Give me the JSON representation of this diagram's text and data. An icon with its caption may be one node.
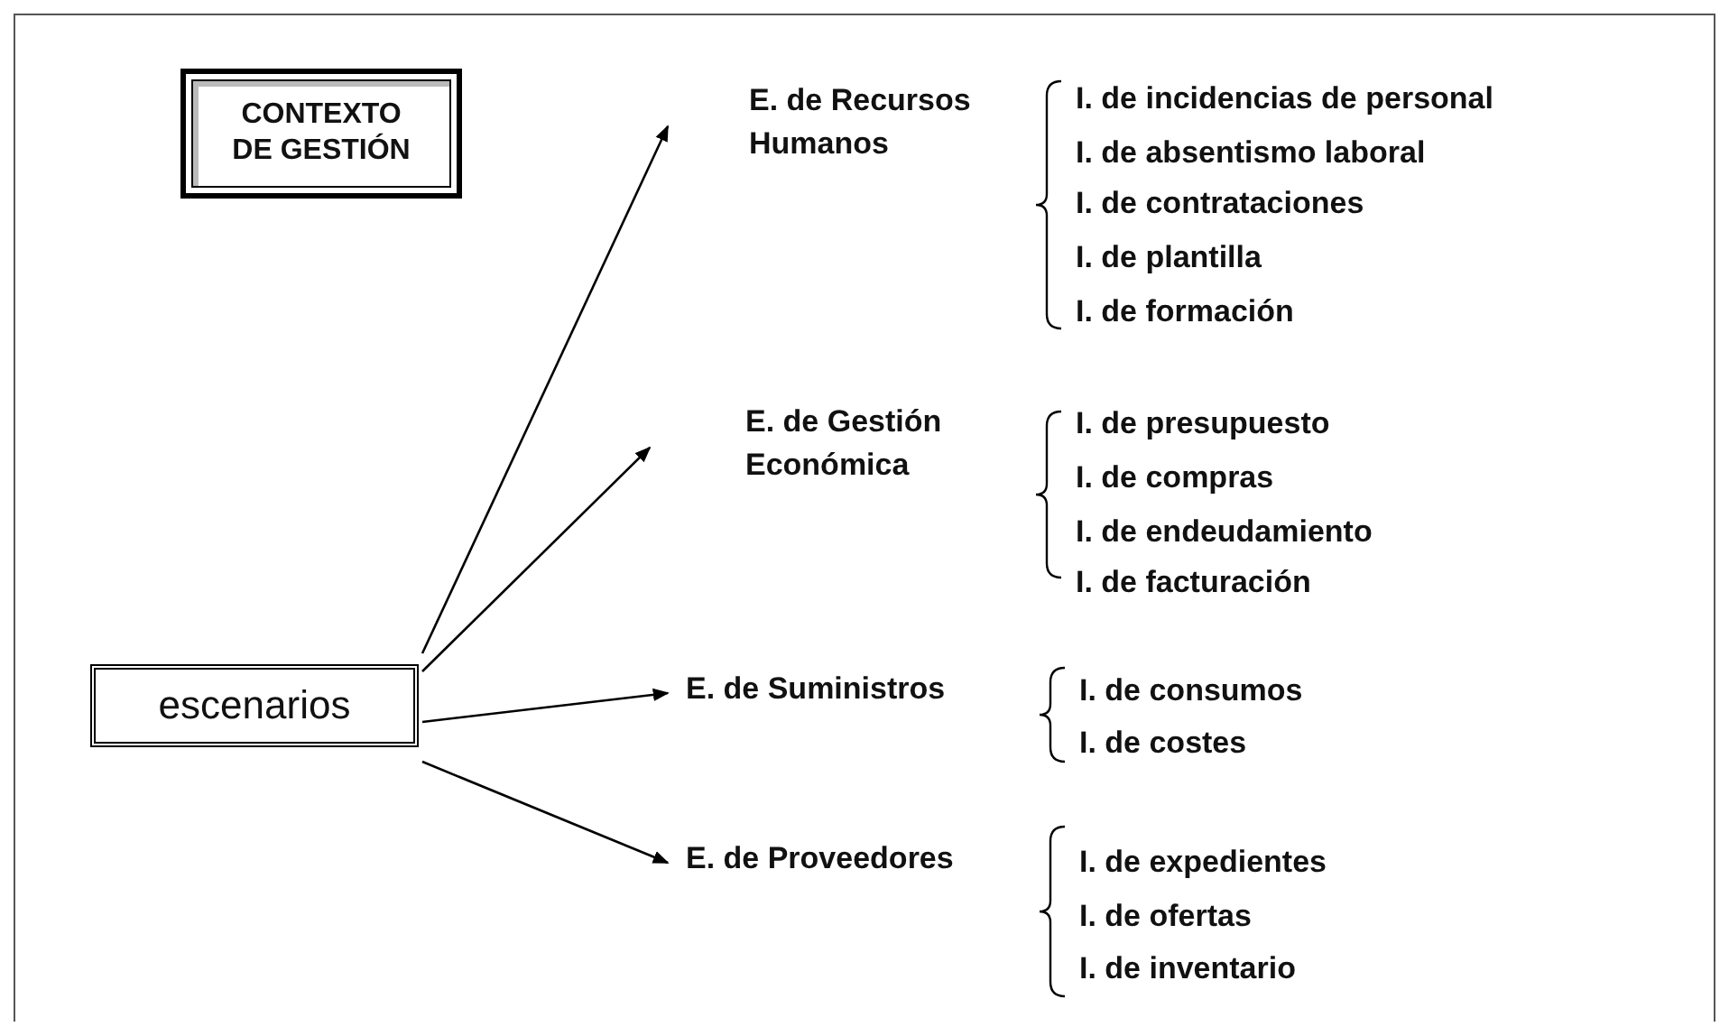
{
  "diagram": {
    "nodes": [
      {
        "text": [
          "CONTEXTO DE GESTIÓN"
        ]
      },
      {
        "text": [
          "escenarios"
        ]
      },
      {
        "text": [
          "E. de Recursos Humanos"
        ],
        "beside": [
          "I. de incidencias de personal",
          "I. de absentismo laboral",
          "I. de contrataciones",
          "I. de plantilla",
          "I. de formación"
        ]
      },
      {
        "text": [
          "E. de Gestión Económica"
        ],
        "beside": [
          "I. de presupuesto",
          "I. de compras",
          "I. de endeudamiento",
          "I. de facturación"
        ]
      },
      {
        "text": [
          "E. de Suministros"
        ],
        "beside": [
          "I. de consumos",
          "I. de costes"
        ]
      },
      {
        "text": [
          "E. de Proveedores"
        ],
        "beside": [
          "I. de expedientes",
          "I. de ofertas",
          "I. de inventario"
        ]
      }
    ],
    "edges": [
      {
        "from": 1,
        "to": 2,
        "arrow": "to"
      },
      {
        "from": 1,
        "to": 3,
        "arrow": "to"
      },
      {
        "from": 1,
        "to": 4,
        "arrow": "to"
      },
      {
        "from": 1,
        "to": 5,
        "arrow": "to"
      }
    ]
  }
}
